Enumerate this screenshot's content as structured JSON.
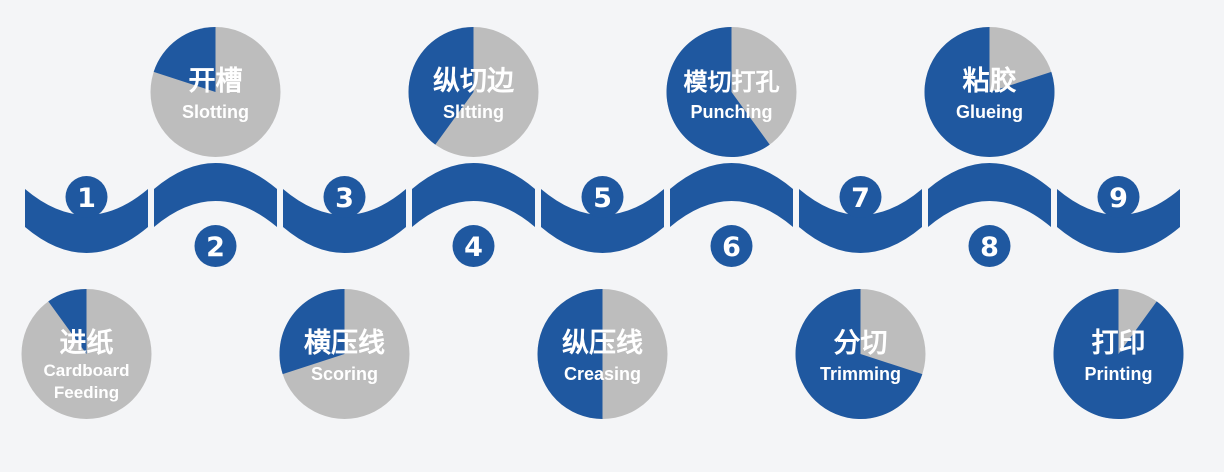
{
  "colors": {
    "blue": "#1f58a0",
    "grey": "#bdbdbd",
    "background": "#f4f5f7",
    "text": "#ffffff"
  },
  "steps": [
    {
      "number": "1",
      "zh": "进纸",
      "en": "Cardboard Feeding",
      "position": "bottom",
      "blue_fraction": 0.1
    },
    {
      "number": "2",
      "zh": "开槽",
      "en": "Slotting",
      "position": "top",
      "blue_fraction": 0.2
    },
    {
      "number": "3",
      "zh": "横压线",
      "en": "Scoring",
      "position": "bottom",
      "blue_fraction": 0.3
    },
    {
      "number": "4",
      "zh": "纵切边",
      "en": "Slitting",
      "position": "top",
      "blue_fraction": 0.4
    },
    {
      "number": "5",
      "zh": "纵压线",
      "en": "Creasing",
      "position": "bottom",
      "blue_fraction": 0.5
    },
    {
      "number": "6",
      "zh": "模切打孔",
      "en": "Punching",
      "position": "top",
      "blue_fraction": 0.6
    },
    {
      "number": "7",
      "zh": "分切",
      "en": "Trimming",
      "position": "bottom",
      "blue_fraction": 0.7
    },
    {
      "number": "8",
      "zh": "粘胶",
      "en": "Glueing",
      "position": "top",
      "blue_fraction": 0.8
    },
    {
      "number": "9",
      "zh": "打印",
      "en": "Printing",
      "position": "bottom",
      "blue_fraction": 0.9
    }
  ]
}
